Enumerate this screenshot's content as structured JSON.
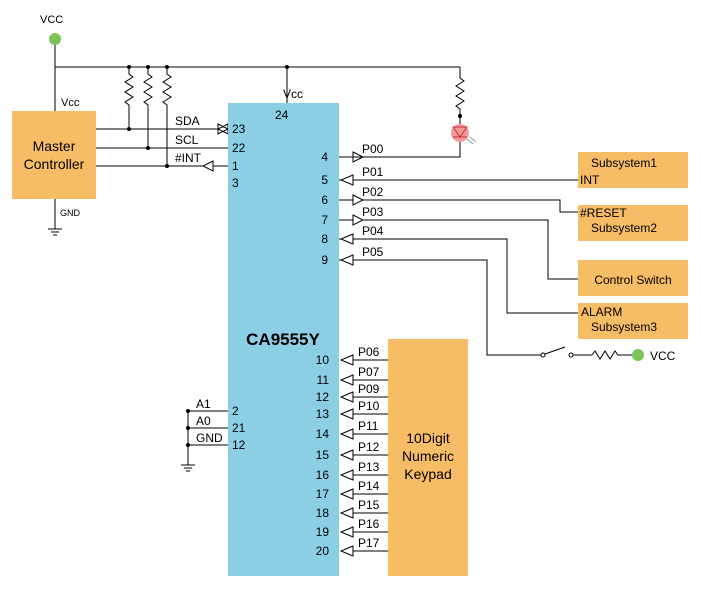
{
  "supply": {
    "vcc_top": "VCC",
    "vcc_master": "Vcc",
    "vcc_chip": "Vcc",
    "gnd_master": "GND",
    "vcc_switch": "VCC"
  },
  "chip": {
    "name": "CA9555Y",
    "pin_vcc": "24"
  },
  "master": {
    "line1": "Master",
    "line2": "Controller"
  },
  "bus": [
    {
      "label": "SDA",
      "pin": "23"
    },
    {
      "label": "SCL",
      "pin": "22"
    },
    {
      "label": "#INT",
      "pin": "1"
    },
    {
      "label": "",
      "pin": "3"
    }
  ],
  "addr": [
    {
      "label": "A1",
      "pin": "2"
    },
    {
      "label": "A0",
      "pin": "21"
    },
    {
      "label": "GND",
      "pin": "12"
    }
  ],
  "ports_right": [
    {
      "label": "P00",
      "pin": "4"
    },
    {
      "label": "P01",
      "pin": "5"
    },
    {
      "label": "P02",
      "pin": "6"
    },
    {
      "label": "P03",
      "pin": "7"
    },
    {
      "label": "P04",
      "pin": "8"
    },
    {
      "label": "P05",
      "pin": "9"
    }
  ],
  "ports_keypad": [
    {
      "label": "P06",
      "pin": "10"
    },
    {
      "label": "P07",
      "pin": "11"
    },
    {
      "label": "P09",
      "pin": "12"
    },
    {
      "label": "P10",
      "pin": "13"
    },
    {
      "label": "P11",
      "pin": "14"
    },
    {
      "label": "P12",
      "pin": "15"
    },
    {
      "label": "P13",
      "pin": "16"
    },
    {
      "label": "P14",
      "pin": "17"
    },
    {
      "label": "P15",
      "pin": "18"
    },
    {
      "label": "P16",
      "pin": "19"
    },
    {
      "label": "P17",
      "pin": "20"
    }
  ],
  "subsystem1": {
    "name": "Subsystem1",
    "signal": "INT"
  },
  "subsystem2": {
    "signal": "#RESET",
    "name": "Subsystem2"
  },
  "control_switch": {
    "name": "Control Switch"
  },
  "subsystem3": {
    "signal": "ALARM",
    "name": "Subsystem3"
  },
  "keypad": {
    "line1": "10Digit",
    "line2": "Numeric",
    "line3": "Keypad"
  },
  "colors": {
    "chip": "#8ccfe5",
    "block": "#f7bd66",
    "vcc_dot": "#7cc35a",
    "led": "#f29b9b"
  }
}
